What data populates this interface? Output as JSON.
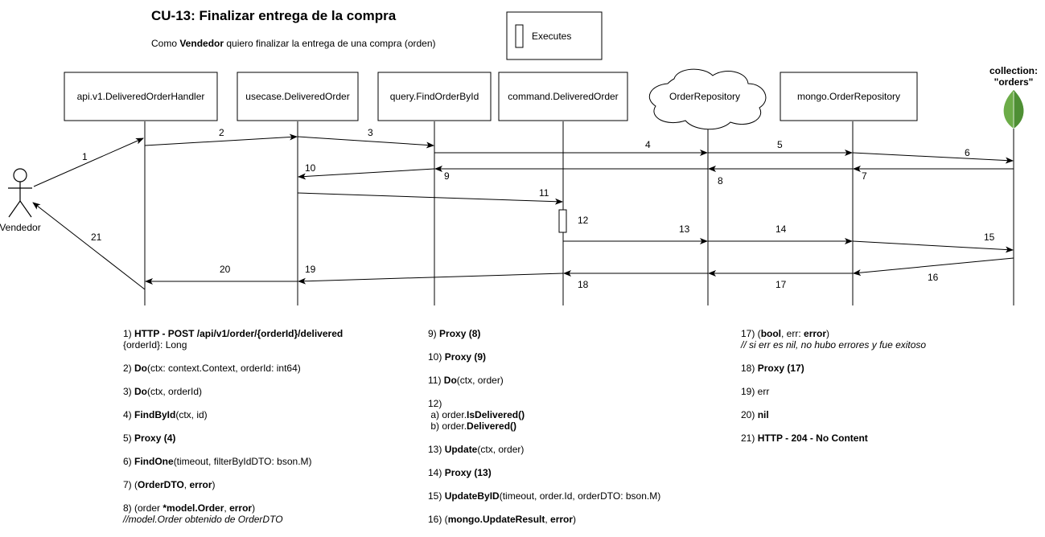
{
  "header": {
    "title": "CU-13: Finalizar entrega de la compra",
    "subtitle_prefix": "Como ",
    "subtitle_role": "Vendedor",
    "subtitle_rest": " quiero finalizar la entrega de una compra (orden)"
  },
  "legend": {
    "label": "Executes"
  },
  "actor": {
    "label": "Vendedor"
  },
  "participants": [
    {
      "id": "handler",
      "label": "api.v1.DeliveredOrderHandler",
      "shape": "box"
    },
    {
      "id": "usecase",
      "label": "usecase.DeliveredOrder",
      "shape": "box"
    },
    {
      "id": "query",
      "label": "query.FindOrderById",
      "shape": "box"
    },
    {
      "id": "command",
      "label": "command.DeliveredOrder",
      "shape": "box"
    },
    {
      "id": "repo",
      "label": "OrderRepository",
      "shape": "cloud"
    },
    {
      "id": "mongorepo",
      "label": "mongo.OrderRepository",
      "shape": "box"
    },
    {
      "id": "collection",
      "label_line1": "collection:",
      "label_line2": "\"orders\"",
      "shape": "mongodb-leaf",
      "color": "#6cac48"
    }
  ],
  "messages": [
    {
      "n": "1",
      "from": "actor",
      "to": "handler"
    },
    {
      "n": "2",
      "from": "handler",
      "to": "usecase"
    },
    {
      "n": "3",
      "from": "usecase",
      "to": "query"
    },
    {
      "n": "4",
      "from": "query",
      "to": "repo"
    },
    {
      "n": "5",
      "from": "repo",
      "to": "mongorepo"
    },
    {
      "n": "6",
      "from": "mongorepo",
      "to": "collection"
    },
    {
      "n": "7",
      "from": "collection",
      "to": "mongorepo"
    },
    {
      "n": "8",
      "from": "mongorepo",
      "to": "repo"
    },
    {
      "n": "9",
      "from": "repo",
      "to": "query"
    },
    {
      "n": "10",
      "from": "query",
      "to": "usecase"
    },
    {
      "n": "11",
      "from": "usecase",
      "to": "command"
    },
    {
      "n": "12",
      "from": "command",
      "to": "command"
    },
    {
      "n": "13",
      "from": "command",
      "to": "repo"
    },
    {
      "n": "14",
      "from": "repo",
      "to": "mongorepo"
    },
    {
      "n": "15",
      "from": "mongorepo",
      "to": "collection"
    },
    {
      "n": "16",
      "from": "collection",
      "to": "mongorepo"
    },
    {
      "n": "17",
      "from": "mongorepo",
      "to": "repo"
    },
    {
      "n": "18",
      "from": "repo",
      "to": "command"
    },
    {
      "n": "19",
      "from": "command",
      "to": "usecase"
    },
    {
      "n": "20",
      "from": "usecase",
      "to": "handler"
    },
    {
      "n": "21",
      "from": "handler",
      "to": "actor"
    }
  ],
  "notes": {
    "col1": [
      {
        "id": "n1",
        "segments": [
          [
            "1) ",
            false
          ],
          [
            "HTTP - POST /api/v1/order/{orderId}/delivered",
            true
          ]
        ],
        "sub": [
          {
            "text": "{orderId}: Long",
            "italic": false
          }
        ]
      },
      {
        "id": "n2",
        "segments": [
          [
            "2) ",
            false
          ],
          [
            "Do",
            true
          ],
          [
            "(ctx: context.Context, orderId: int64)",
            false
          ]
        ]
      },
      {
        "id": "n3",
        "segments": [
          [
            "3) ",
            false
          ],
          [
            "Do",
            true
          ],
          [
            "(ctx, orderId)",
            false
          ]
        ]
      },
      {
        "id": "n4",
        "segments": [
          [
            "4) ",
            false
          ],
          [
            "FindById",
            true
          ],
          [
            "(ctx, id)",
            false
          ]
        ]
      },
      {
        "id": "n5",
        "segments": [
          [
            "5) ",
            false
          ],
          [
            "Proxy (4)",
            true
          ]
        ]
      },
      {
        "id": "n6",
        "segments": [
          [
            "6) ",
            false
          ],
          [
            "FindOne",
            true
          ],
          [
            "(timeout, filterByIdDTO: bson.M)",
            false
          ]
        ]
      },
      {
        "id": "n7",
        "segments": [
          [
            "7) (",
            false
          ],
          [
            "OrderDTO",
            true
          ],
          [
            ", ",
            false
          ],
          [
            "error",
            true
          ],
          [
            ")",
            false
          ]
        ]
      },
      {
        "id": "n8",
        "segments": [
          [
            "8) (order ",
            false
          ],
          [
            "*model.Order",
            true
          ],
          [
            ", ",
            false
          ],
          [
            "error",
            true
          ],
          [
            ")",
            false
          ]
        ],
        "sub": [
          {
            "text": "//model.Order obtenido de OrderDTO",
            "italic": true
          }
        ]
      }
    ],
    "col2": [
      {
        "id": "n9",
        "segments": [
          [
            "9) ",
            false
          ],
          [
            "Proxy (8)",
            true
          ]
        ]
      },
      {
        "id": "n10",
        "segments": [
          [
            "10) ",
            false
          ],
          [
            "Proxy (9)",
            true
          ]
        ]
      },
      {
        "id": "n11",
        "segments": [
          [
            "11) ",
            false
          ],
          [
            "Do",
            true
          ],
          [
            "(ctx, order)",
            false
          ]
        ]
      },
      {
        "id": "n12",
        "segments": [
          [
            "12)",
            false
          ]
        ],
        "sublines": [
          [
            [
              " a) order.",
              false
            ],
            [
              "IsDelivered()",
              true
            ]
          ],
          [
            [
              " b) order.",
              false
            ],
            [
              "Delivered()",
              true
            ]
          ]
        ]
      },
      {
        "id": "n13",
        "segments": [
          [
            "13) ",
            false
          ],
          [
            "Update",
            true
          ],
          [
            "(ctx, order)",
            false
          ]
        ]
      },
      {
        "id": "n14",
        "segments": [
          [
            "14) ",
            false
          ],
          [
            "Proxy (13)",
            true
          ]
        ]
      },
      {
        "id": "n15",
        "segments": [
          [
            "15) ",
            false
          ],
          [
            "UpdateByID",
            true
          ],
          [
            "(timeout, order.Id, orderDTO: bson.M)",
            false
          ]
        ]
      },
      {
        "id": "n16",
        "segments": [
          [
            "16) (",
            false
          ],
          [
            "mongo.UpdateResult",
            true
          ],
          [
            ", ",
            false
          ],
          [
            "error",
            true
          ],
          [
            ")",
            false
          ]
        ]
      }
    ],
    "col3": [
      {
        "id": "n17",
        "segments": [
          [
            "17) (",
            false
          ],
          [
            "bool",
            true
          ],
          [
            ", err: ",
            false
          ],
          [
            "error",
            true
          ],
          [
            ")",
            false
          ]
        ],
        "sub": [
          {
            "text": "// si err es nil, no hubo errores y fue exitoso",
            "italic": true
          }
        ]
      },
      {
        "id": "n18",
        "segments": [
          [
            "18) ",
            false
          ],
          [
            "Proxy (17)",
            true
          ]
        ]
      },
      {
        "id": "n19",
        "segments": [
          [
            "19) err",
            false
          ]
        ]
      },
      {
        "id": "n20",
        "segments": [
          [
            "20) ",
            false
          ],
          [
            "nil",
            true
          ]
        ]
      },
      {
        "id": "n21",
        "segments": [
          [
            "21) ",
            false
          ],
          [
            "HTTP - 204 - No Content",
            true
          ]
        ]
      }
    ]
  }
}
